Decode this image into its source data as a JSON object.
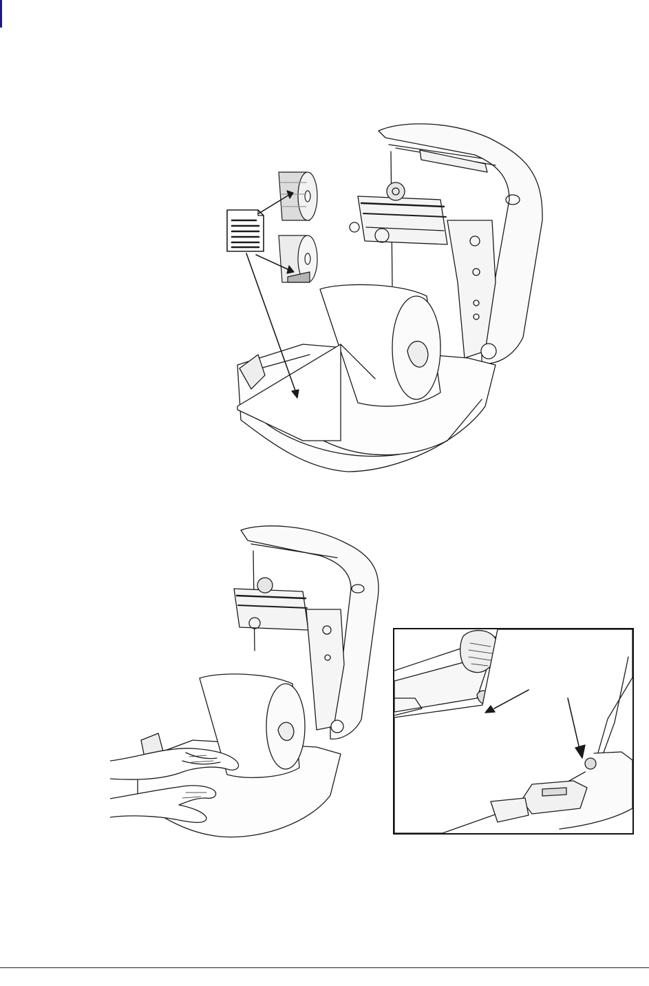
{
  "document": {
    "accent_color": "#1a1a8c",
    "line_color": "#1a1a1a",
    "figures": [
      {
        "name": "printer-open-media-types-illustration",
        "icon": "document-icon"
      },
      {
        "name": "printer-feed-media-illustration"
      },
      {
        "name": "media-guide-detail-illustration"
      }
    ]
  }
}
